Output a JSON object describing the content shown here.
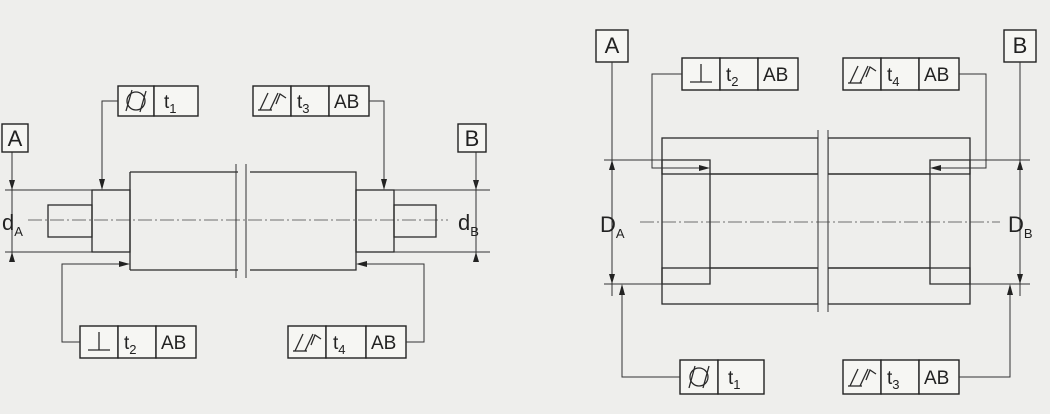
{
  "left_figure": {
    "datum_a": "A",
    "datum_b": "B",
    "dim_a": {
      "main": "d",
      "sub": "A"
    },
    "dim_b": {
      "main": "d",
      "sub": "B"
    },
    "fcf_top_left": {
      "symbol": "cylindricity",
      "tol_main": "t",
      "tol_sub": "1",
      "datums": ""
    },
    "fcf_top_right": {
      "symbol": "total-runout",
      "tol_main": "t",
      "tol_sub": "3",
      "datums": "AB"
    },
    "fcf_bottom_left": {
      "symbol": "perpendicularity",
      "tol_main": "t",
      "tol_sub": "2",
      "datums": "AB"
    },
    "fcf_bottom_right": {
      "symbol": "total-runout",
      "tol_main": "t",
      "tol_sub": "4",
      "datums": "AB"
    }
  },
  "right_figure": {
    "datum_a": "A",
    "datum_b": "B",
    "dim_a": {
      "main": "D",
      "sub": "A"
    },
    "dim_b": {
      "main": "D",
      "sub": "B"
    },
    "fcf_top_left": {
      "symbol": "perpendicularity",
      "tol_main": "t",
      "tol_sub": "2",
      "datums": "AB"
    },
    "fcf_top_right": {
      "symbol": "total-runout",
      "tol_main": "t",
      "tol_sub": "4",
      "datums": "AB"
    },
    "fcf_bottom_left": {
      "symbol": "cylindricity",
      "tol_main": "t",
      "tol_sub": "1",
      "datums": ""
    },
    "fcf_bottom_right": {
      "symbol": "total-runout",
      "tol_main": "t",
      "tol_sub": "3",
      "datums": "AB"
    }
  },
  "colors": {
    "ink": "#222222",
    "paper": "#eeeeec"
  }
}
